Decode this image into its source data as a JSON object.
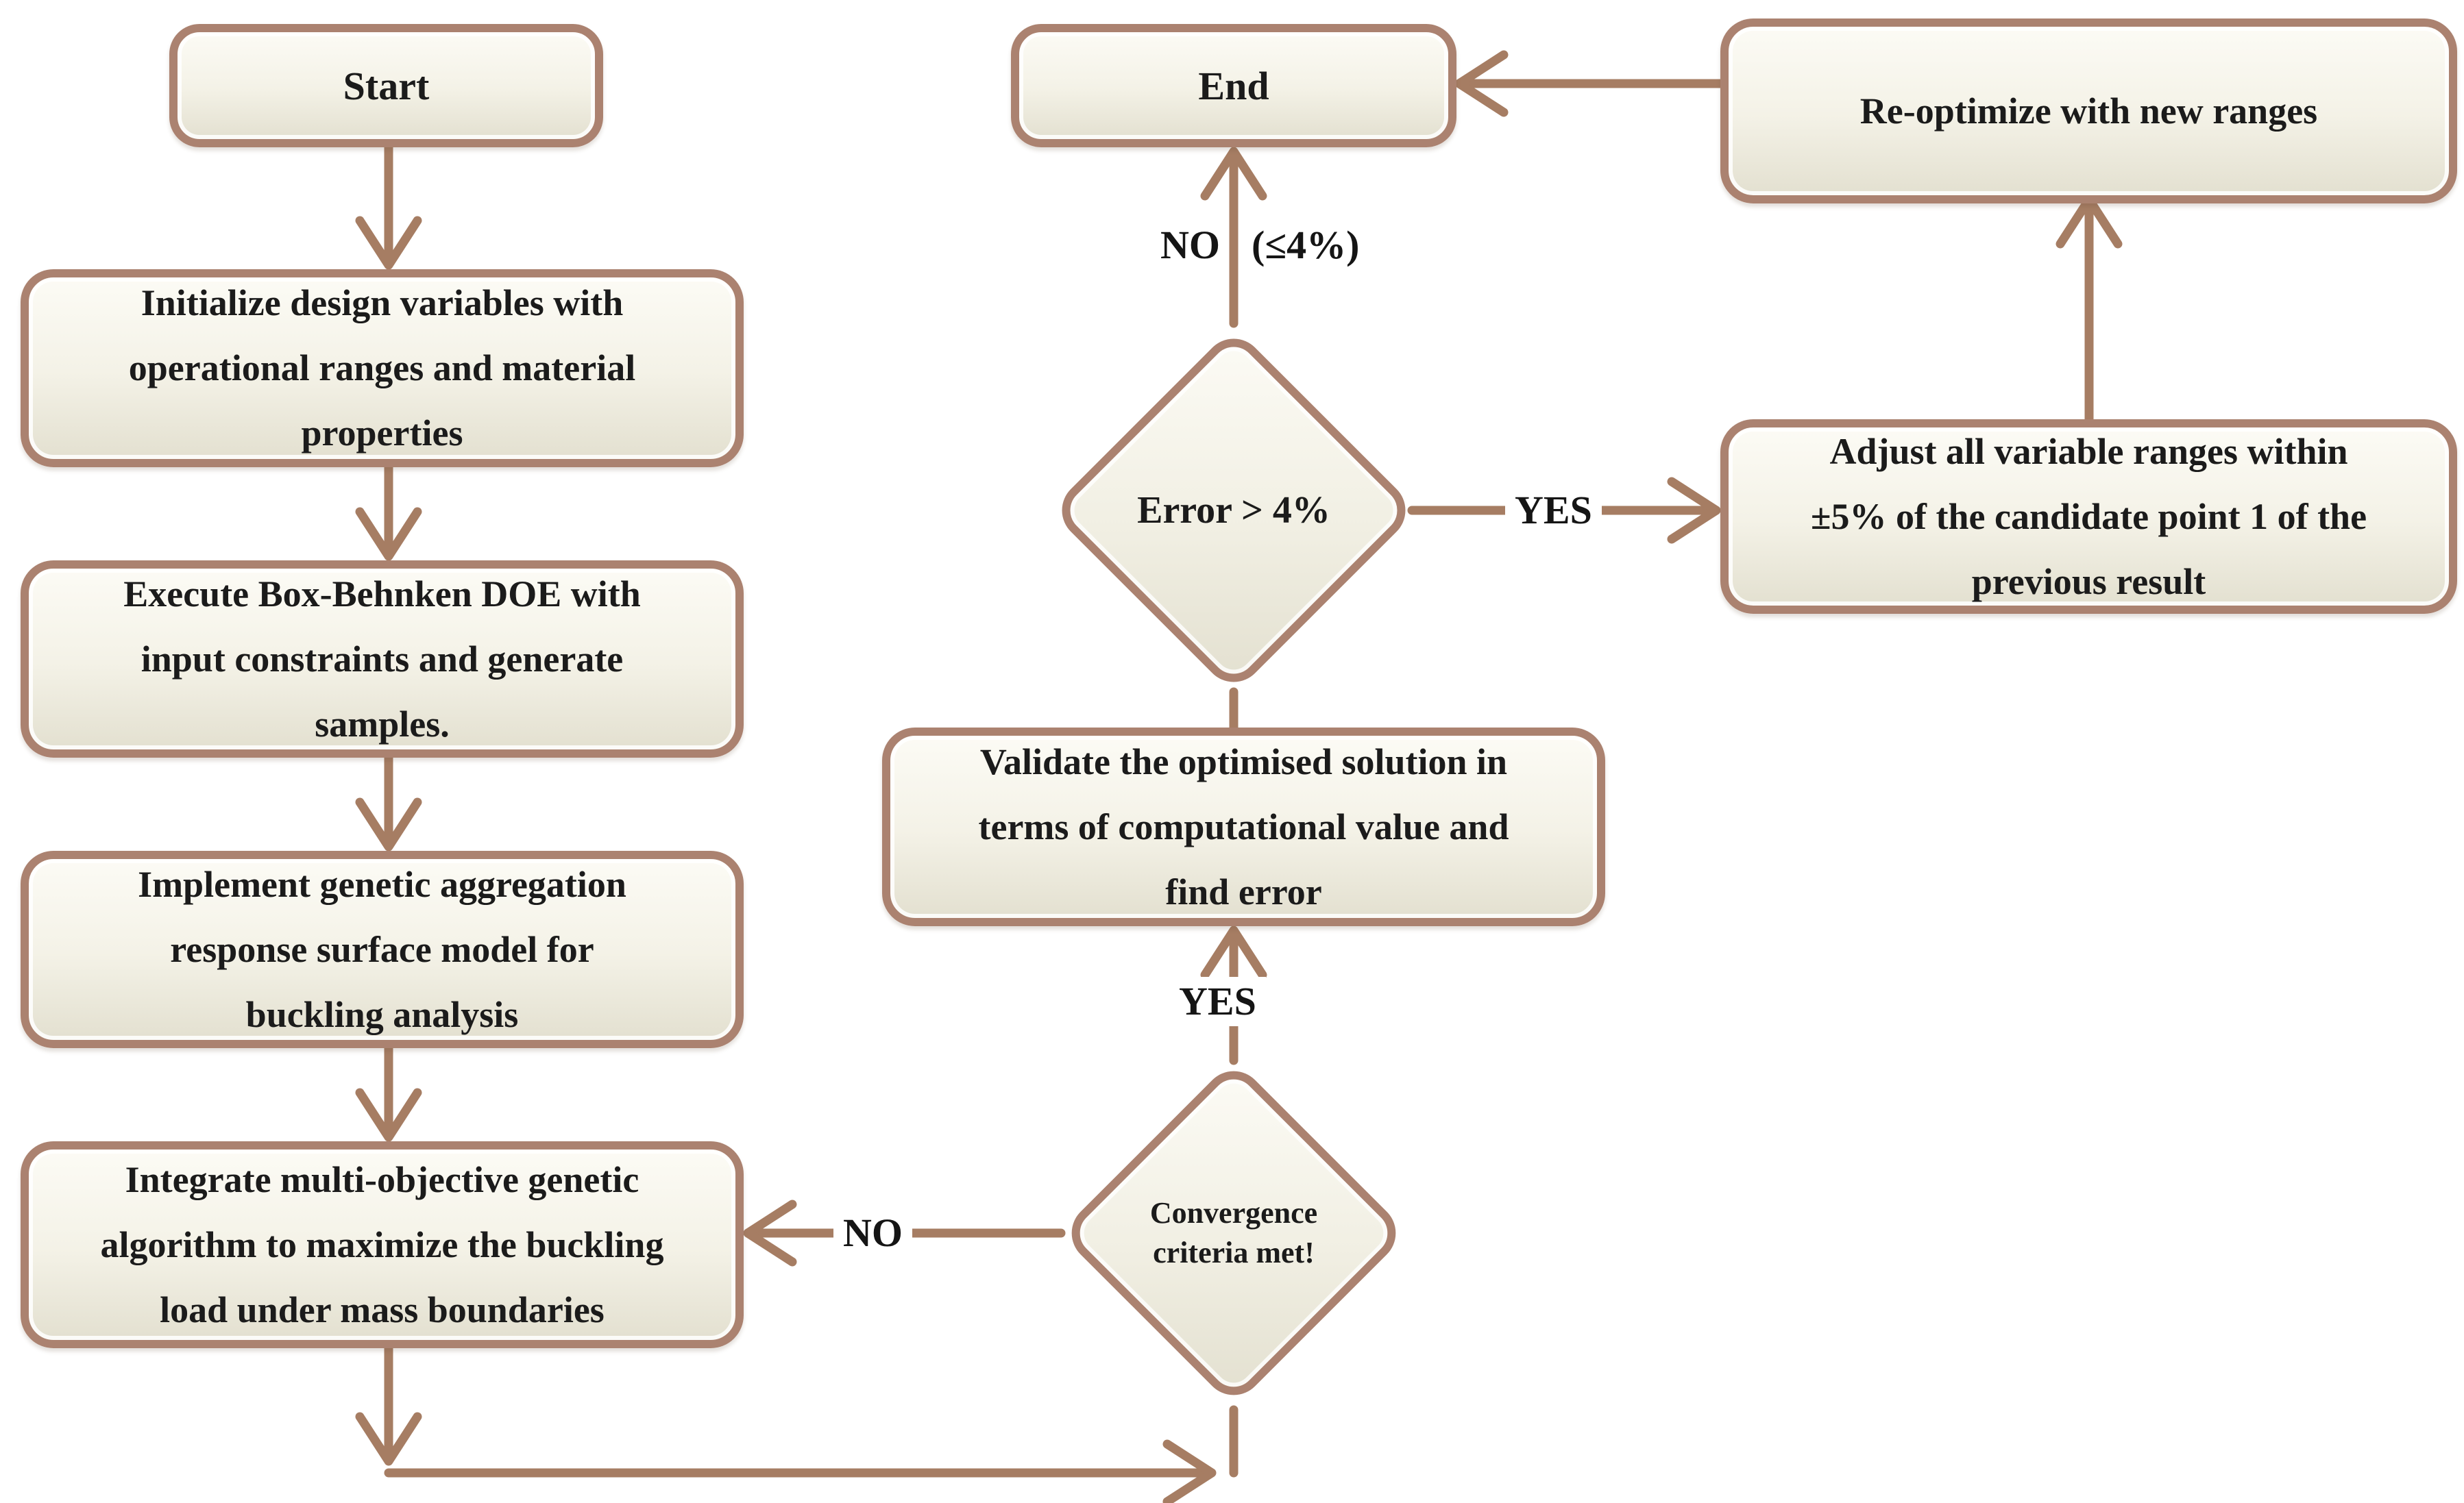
{
  "figure": {
    "type": "flowchart",
    "description": "Optimization workflow flowchart with rounded process boxes, two decision diamonds and YES/NO branches",
    "background": "#ffffff"
  },
  "colors": {
    "box_border": "#ab8270",
    "box_fill_top": "#fcfbf5",
    "box_fill_bottom": "#e3e0d0",
    "arrow": "#a67d63",
    "text": "#1b1b1b"
  },
  "nodes": {
    "start": {
      "type": "terminator",
      "label": "Start"
    },
    "initialize": {
      "type": "process",
      "label": "Initialize design variables with operational ranges and material properties",
      "lines": [
        "Initialize design variables with",
        "operational ranges and material",
        "properties"
      ]
    },
    "execute": {
      "type": "process",
      "label": "Execute Box-Behnken DOE with input constraints and generate samples.",
      "lines": [
        "Execute Box-Behnken DOE with",
        "input constraints and generate",
        "samples."
      ]
    },
    "implement": {
      "type": "process",
      "label": "Implement genetic aggregation response surface model for buckling analysis",
      "lines": [
        "Implement genetic aggregation",
        "response surface model for",
        "buckling analysis"
      ]
    },
    "integrate": {
      "type": "process",
      "label": "Integrate multi-objective genetic algorithm to maximize the buckling load under mass boundaries",
      "lines": [
        "Integrate multi-objective genetic",
        "algorithm to maximize the buckling",
        "load under mass boundaries"
      ]
    },
    "convergence_check": {
      "type": "decision",
      "label": "Convergence criteria met!",
      "lines": [
        "Convergence",
        "criteria met!"
      ]
    },
    "validate": {
      "type": "process",
      "label": "Validate the optimised solution in terms of computational value and find error",
      "lines": [
        "Validate the optimised solution in",
        "terms of computational value and",
        "find error"
      ]
    },
    "error_check": {
      "type": "decision",
      "label": "Error > 4%"
    },
    "end": {
      "type": "terminator",
      "label": "End"
    },
    "adjust": {
      "type": "process",
      "label": "Adjust all variable ranges within ±5% of the candidate point 1 of the previous result",
      "lines": [
        "Adjust all variable ranges within",
        "±5% of the candidate point 1 of the",
        "previous result"
      ]
    },
    "reoptimize": {
      "type": "process",
      "label": "Re-optimize with new ranges"
    }
  },
  "edge_labels": {
    "error_no": "NO",
    "error_no_condition": "(≤4%)",
    "error_yes": "YES",
    "convergence_yes": "YES",
    "convergence_no": "NO"
  },
  "edges": [
    {
      "from": "start",
      "to": "initialize",
      "label": ""
    },
    {
      "from": "initialize",
      "to": "execute",
      "label": ""
    },
    {
      "from": "execute",
      "to": "implement",
      "label": ""
    },
    {
      "from": "implement",
      "to": "integrate",
      "label": ""
    },
    {
      "from": "integrate",
      "to": "convergence_check",
      "label": ""
    },
    {
      "from": "convergence_check",
      "to": "validate",
      "label": "YES"
    },
    {
      "from": "convergence_check",
      "to": "integrate",
      "label": "NO"
    },
    {
      "from": "validate",
      "to": "error_check",
      "label": ""
    },
    {
      "from": "error_check",
      "to": "end",
      "label": "NO (≤4%)"
    },
    {
      "from": "error_check",
      "to": "adjust",
      "label": "YES"
    },
    {
      "from": "adjust",
      "to": "reoptimize",
      "label": ""
    },
    {
      "from": "reoptimize",
      "to": "end",
      "label": ""
    }
  ]
}
